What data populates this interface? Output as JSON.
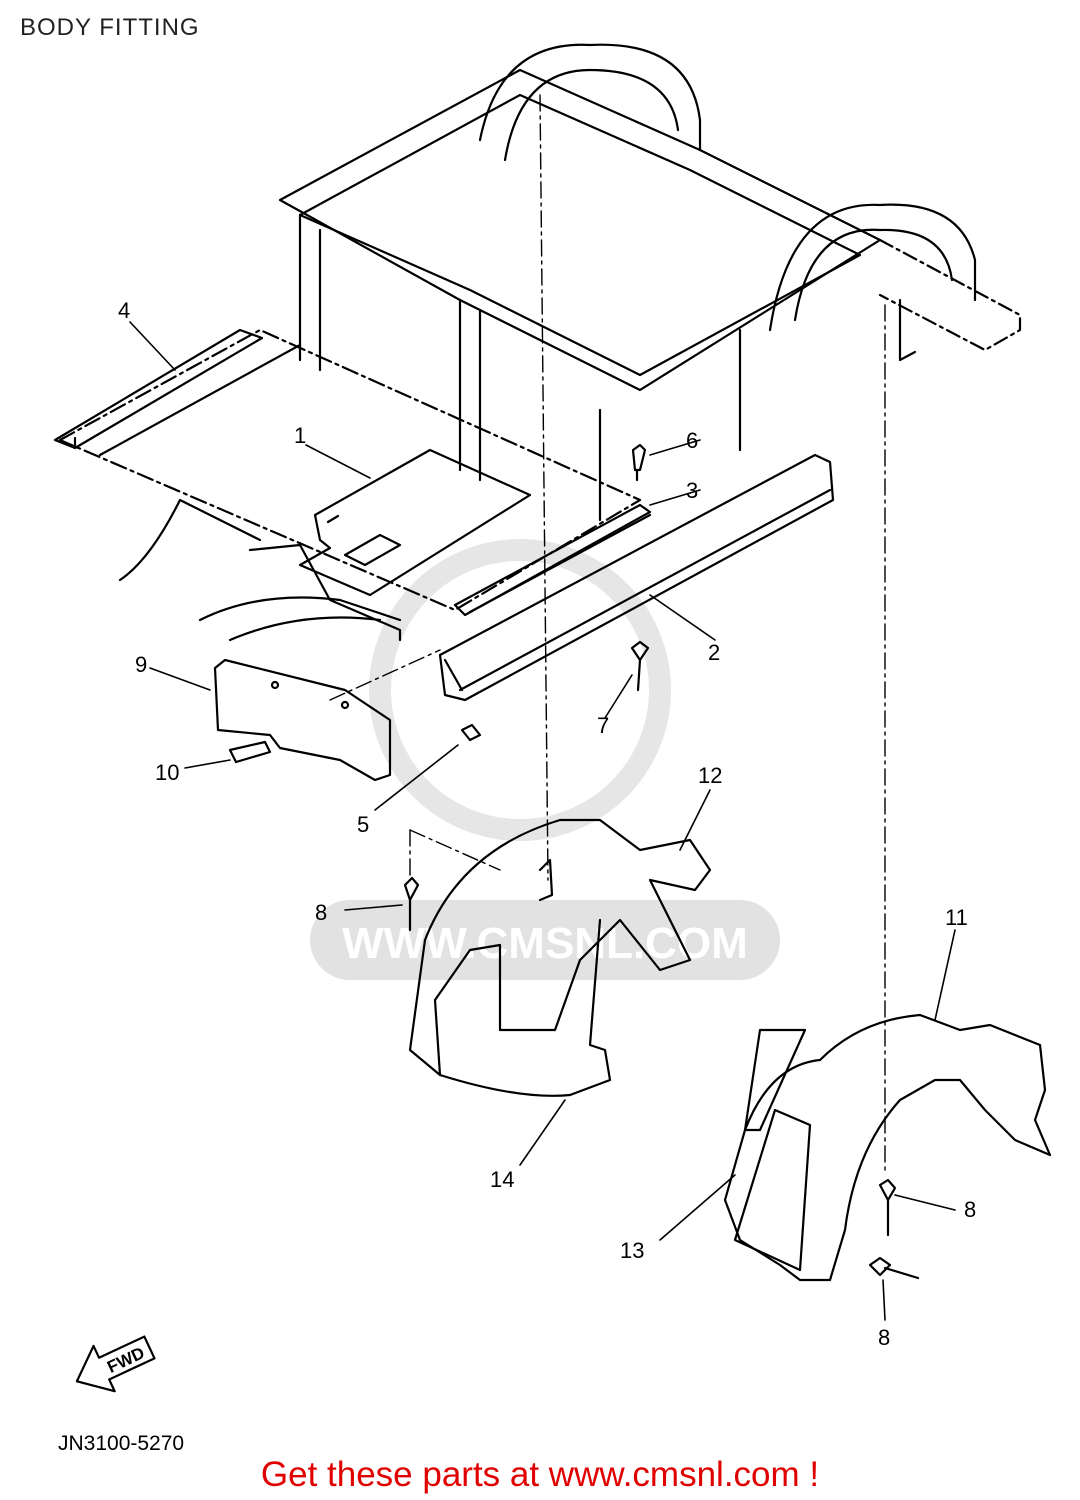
{
  "header": {
    "title": "BODY FITTING"
  },
  "diagram": {
    "callouts": [
      "1",
      "2",
      "3",
      "4",
      "5",
      "6",
      "7",
      "8",
      "9",
      "10",
      "11",
      "12",
      "13",
      "14",
      "8",
      "8"
    ],
    "fwd_label": "FWD",
    "code": "JN3100-5270",
    "watermark": "WWW.CMSNL.COM"
  },
  "footer": {
    "text": "Get these parts at www.cmsnl.com !"
  },
  "colors": {
    "footer": "#e00000",
    "line": "#000000",
    "watermark": "#d4d4d4"
  }
}
